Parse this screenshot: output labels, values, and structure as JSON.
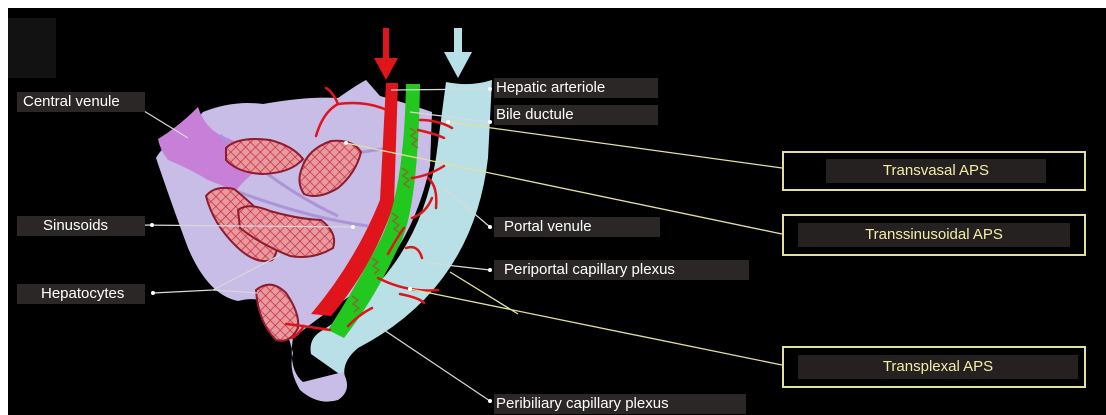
{
  "labels": {
    "central_venule": "Central venule",
    "sinusoids": "Sinusoids",
    "hepatocytes": "Hepatocytes",
    "hepatic_arteriole": "Hepatic arteriole",
    "bile_ductule": "Bile ductule",
    "portal_venule": "Portal venule",
    "periportal_plexus": "Periportal capillary plexus",
    "peribiliary_plexus": "Peribiliary capillary plexus"
  },
  "aps": {
    "transvasal": "Transvasal APS",
    "transsinusoidal": "Transsinusoidal APS",
    "transplexal": "Transplexal APS"
  },
  "colors": {
    "central_venule": "#c87fd8",
    "parenchyma": "#c7bde6",
    "portal_venule": "#b9e0e6",
    "arteriole": "#e0141b",
    "bile_ductule": "#22c81e",
    "hepatocyte": "#e79aa0",
    "aps_frame": "#e3df9f"
  }
}
